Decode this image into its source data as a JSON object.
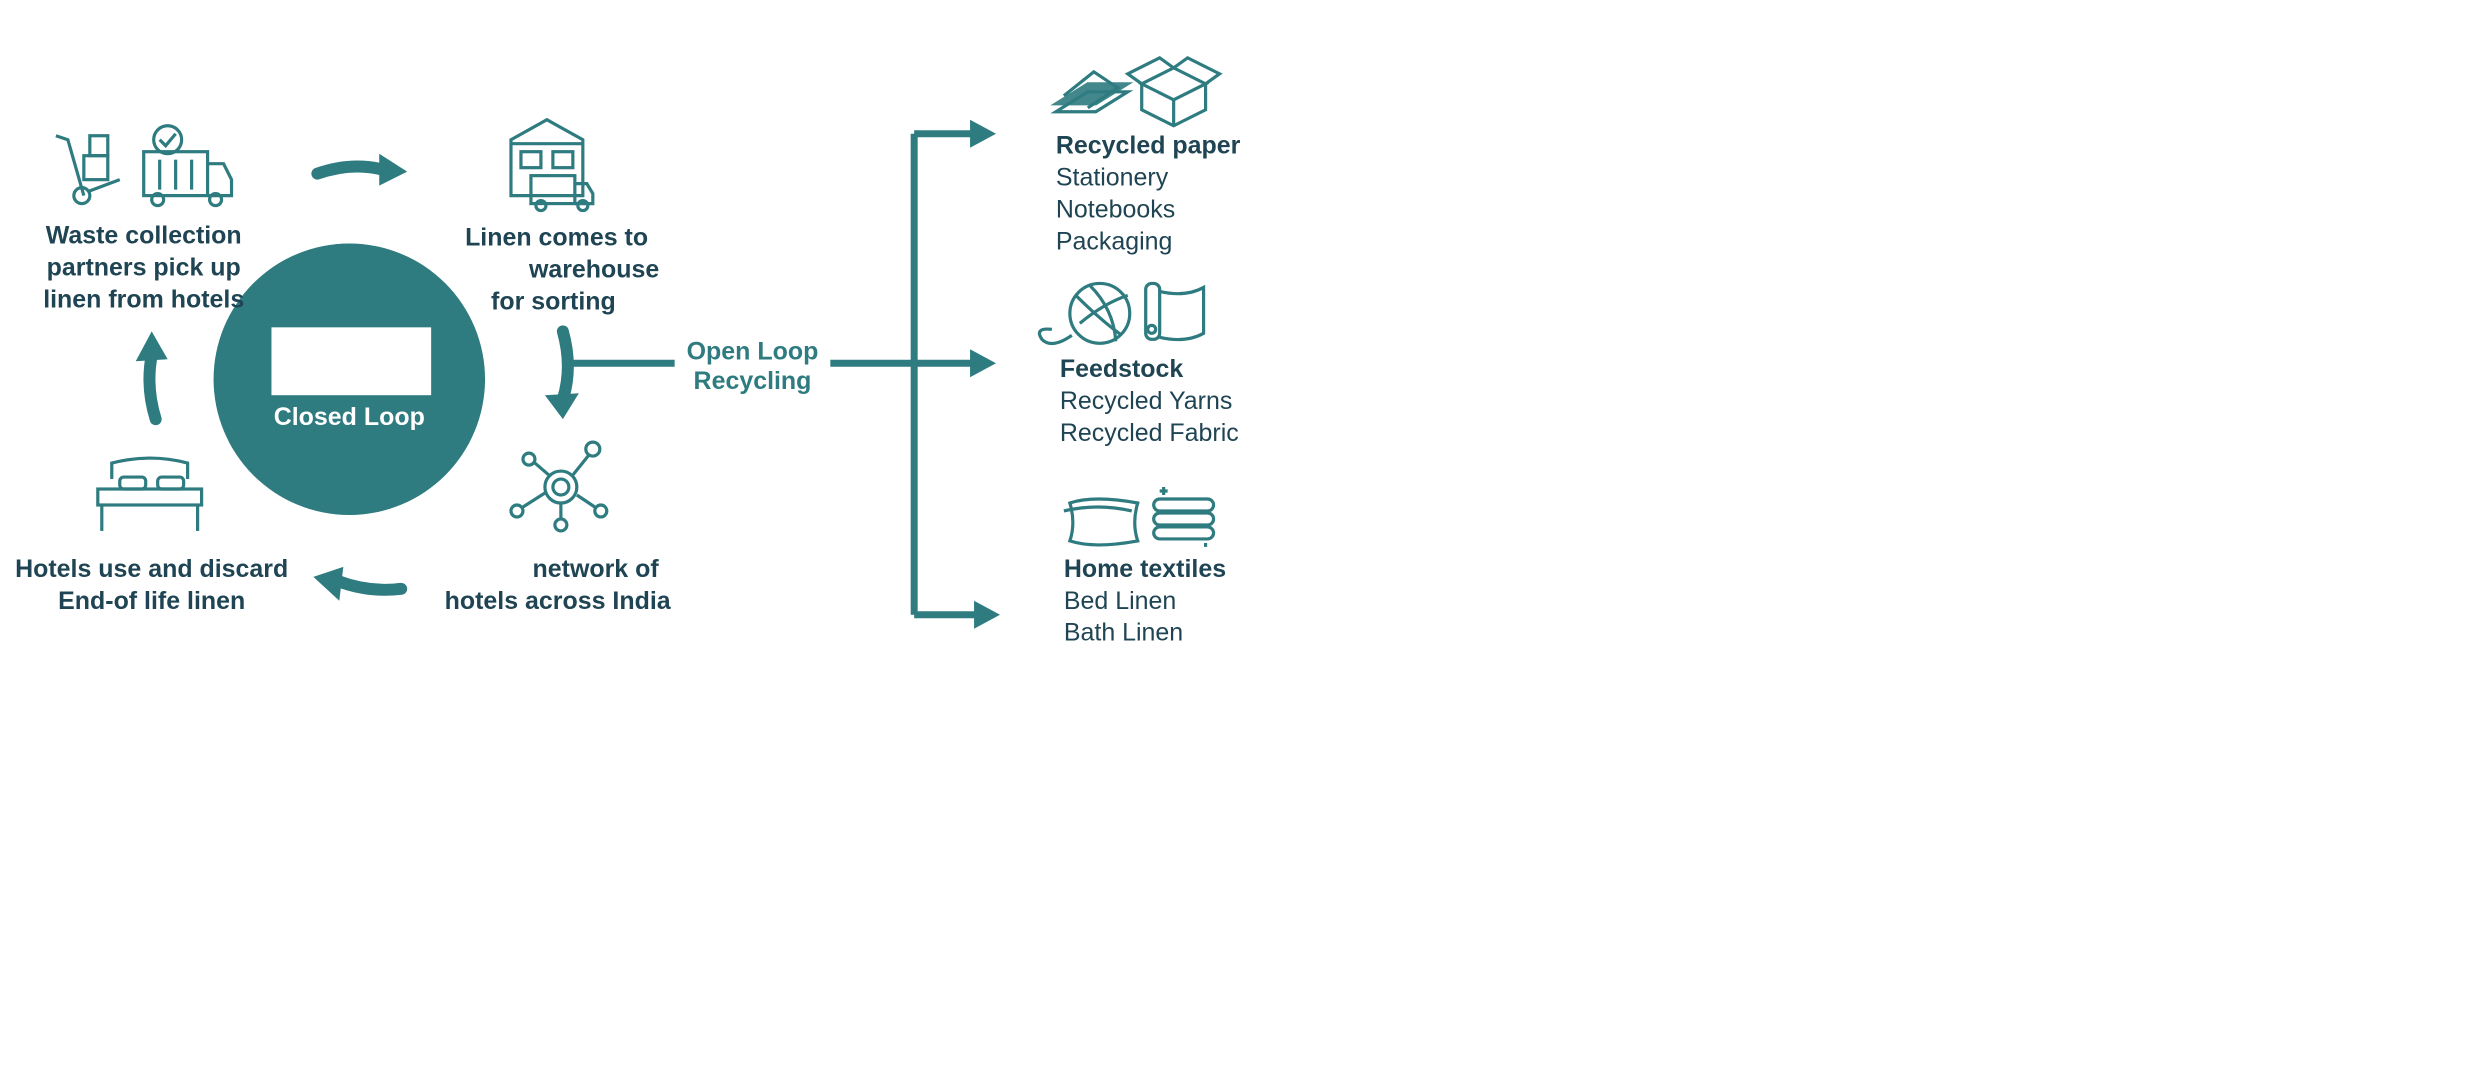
{
  "colors": {
    "teal": "#2e7b80",
    "text": "#1f4453",
    "white": "#ffffff"
  },
  "closed_loop": {
    "center_label": "Closed Loop",
    "steps": [
      {
        "label_lines": [
          "Waste collection",
          "partners pick up",
          "linen from hotels"
        ],
        "icons": [
          "hand-truck-icon",
          "delivery-truck-icon"
        ]
      },
      {
        "label_lines": [
          "Linen comes to",
          "warehouse",
          "for sorting"
        ],
        "icons": [
          "warehouse-truck-icon"
        ]
      },
      {
        "label_lines": [
          "network of",
          "hotels across India"
        ],
        "icons": [
          "network-hub-icon"
        ]
      },
      {
        "label_lines": [
          "Hotels use and discard",
          "End-of life linen"
        ],
        "icons": [
          "bed-icon"
        ]
      }
    ]
  },
  "open_loop": {
    "label_lines": [
      "Open Loop",
      "Recycling"
    ],
    "outputs": [
      {
        "title": "Recycled paper",
        "items": [
          "Stationery",
          "Notebooks",
          "Packaging"
        ],
        "icons": [
          "paper-stack-icon",
          "box-icon"
        ]
      },
      {
        "title": "Feedstock",
        "items": [
          "Recycled Yarns",
          "Recycled Fabric"
        ],
        "icons": [
          "yarn-ball-icon",
          "fabric-roll-icon"
        ]
      },
      {
        "title": "Home textiles",
        "items": [
          "Bed Linen",
          "Bath Linen"
        ],
        "icons": [
          "pillow-icon",
          "folded-towels-icon"
        ]
      }
    ]
  }
}
